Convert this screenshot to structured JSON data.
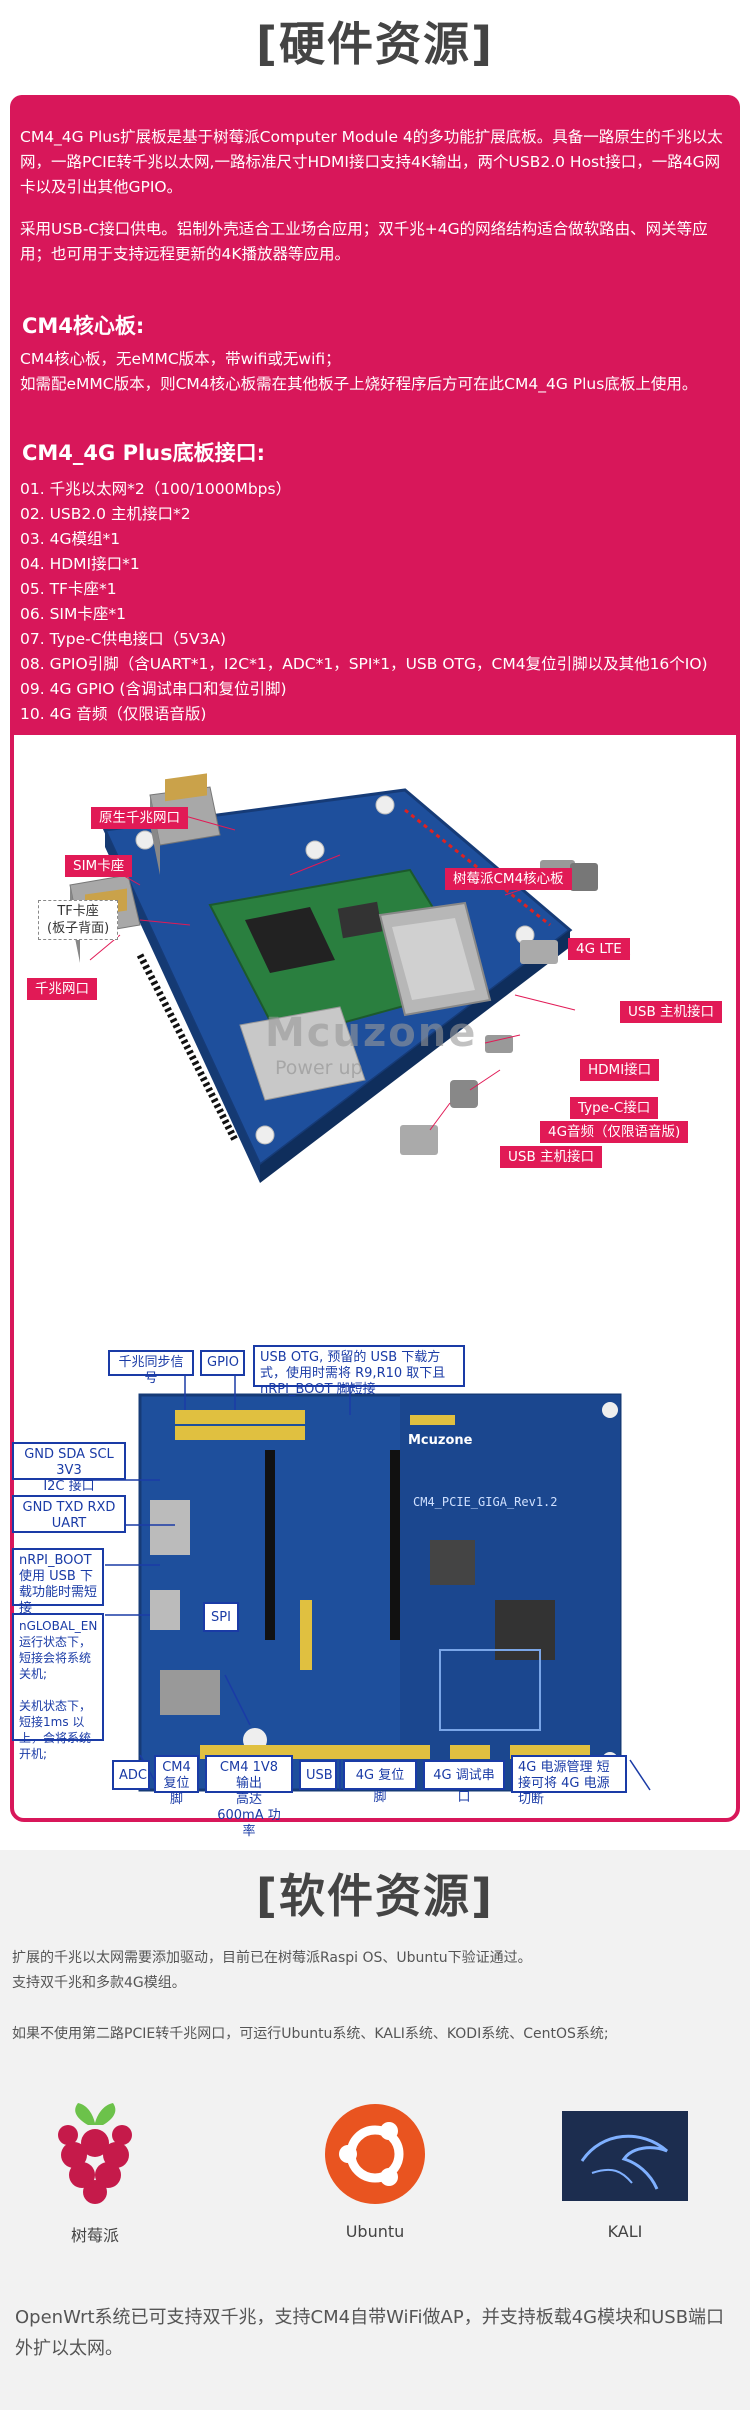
{
  "hardware": {
    "title": "[硬件资源]",
    "intro_p1": "CM4_4G Plus扩展板是基于树莓派Computer Module 4的多功能扩展底板。具备一路原生的千兆以太网，一路PCIE转千兆以太网,一路标准尺寸HDMI接口支持4K输出，两个USB2.0 Host接口，一路4G网卡以及引出其他GPIO。",
    "intro_p2": "采用USB-C接口供电。铝制外壳适合工业场合应用；双千兆+4G的网络结构适合做软路由、网关等应用；也可用于支持远程更新的4K播放器等应用。",
    "cm4_title": "CM4核心板:",
    "cm4_text": "CM4核心板，无eMMC版本，带wifi或无wifi；\n如需配eMMC版本，则CM4核心板需在其他板子上烧好程序后方可在此CM4_4G Plus底板上使用。",
    "plus_title": "CM4_4G Plus底板接口:",
    "interfaces": [
      "01. 千兆以太网*2（100/1000Mbps）",
      "02. USB2.0 主机接口*2",
      "03. 4G模组*1",
      "04. HDMI接口*1",
      "05. TF卡座*1",
      "06. SIM卡座*1",
      "07. Type-C供电接口（5V3A)",
      "08. GPIO引脚（含UART*1，I2C*1，ADC*1，SPI*1，USB OTG，CM4复位引脚以及其他16个IO)",
      "09. 4G GPIO (含调试串口和复位引脚)",
      "10. 4G 音频（仅限语音版)"
    ],
    "photo1_callouts": {
      "native_eth": "原生千兆网口",
      "sim": "SIM卡座",
      "tf": "TF卡座\n(板子背面)",
      "gig_eth": "千兆网口",
      "cm4_core": "树莓派CM4核心板",
      "lte": "4G LTE",
      "usb_host1": "USB 主机接口",
      "hdmi": "HDMI接口",
      "typec": "Type-C接口",
      "audio": "4G音频（仅限语音版)",
      "usb_host2": "USB 主机接口"
    },
    "watermark": "Mcuzone",
    "watermark_sub": "Power up",
    "photo2_labels": {
      "sync": "千兆同步信号",
      "gpio": "GPIO",
      "usb_otg": "USB OTG, 预留的 USB 下载方式，使用时需将 R9,R10 取下且 nRPI_BOOT 脚短接",
      "i2c_pins": "GND SDA SCL 3V3",
      "i2c": "I2C 接口",
      "uart_pins": "GND TXD RXD",
      "uart": "UART",
      "nrpi": "nRPI_BOOT\n使用 USB 下载功能时需短接",
      "nglobal": "nGLOBAL_EN\n运行状态下，短接会将系统关机;\n\n关机状态下，短接1ms 以上，会将系统开机;",
      "spi": "SPI",
      "adc": "ADC",
      "cm4_reset": "CM4\n复位脚",
      "power_out": "CM4 1V8 输出\n高达 600mA 功率",
      "usb": "USB",
      "reset_4g": "4G 复位脚",
      "debug_4g": "4G 调试串口",
      "power_4g": "4G 电源管理 短接可将 4G 电源切断",
      "board_name": "CM4_PCIE_GIGA_Rev1.2",
      "board_logo": "Mcuzone"
    }
  },
  "software": {
    "title": "[软件资源]",
    "p1": "扩展的千兆以太网需要添加驱动，目前已在树莓派Raspi OS、Ubuntu下验证通过。",
    "p2": "支持双千兆和多款4G模组。",
    "p3": "如果不使用第二路PCIE转千兆网口，可运行Ubuntu系统、KALI系统、KODI系统、CentOS系统;",
    "logos": [
      "树莓派",
      "Ubuntu",
      "KALI"
    ],
    "bottom": "OpenWrt系统已可支持双千兆，支持CM4自带WiFi做AP，并支持板载4G模块和USB端口外扩以太网。"
  },
  "colors": {
    "brand_red": "#d8175a",
    "label_blue": "#1a3ba6",
    "pcb_blue": "#1e4f9c"
  }
}
